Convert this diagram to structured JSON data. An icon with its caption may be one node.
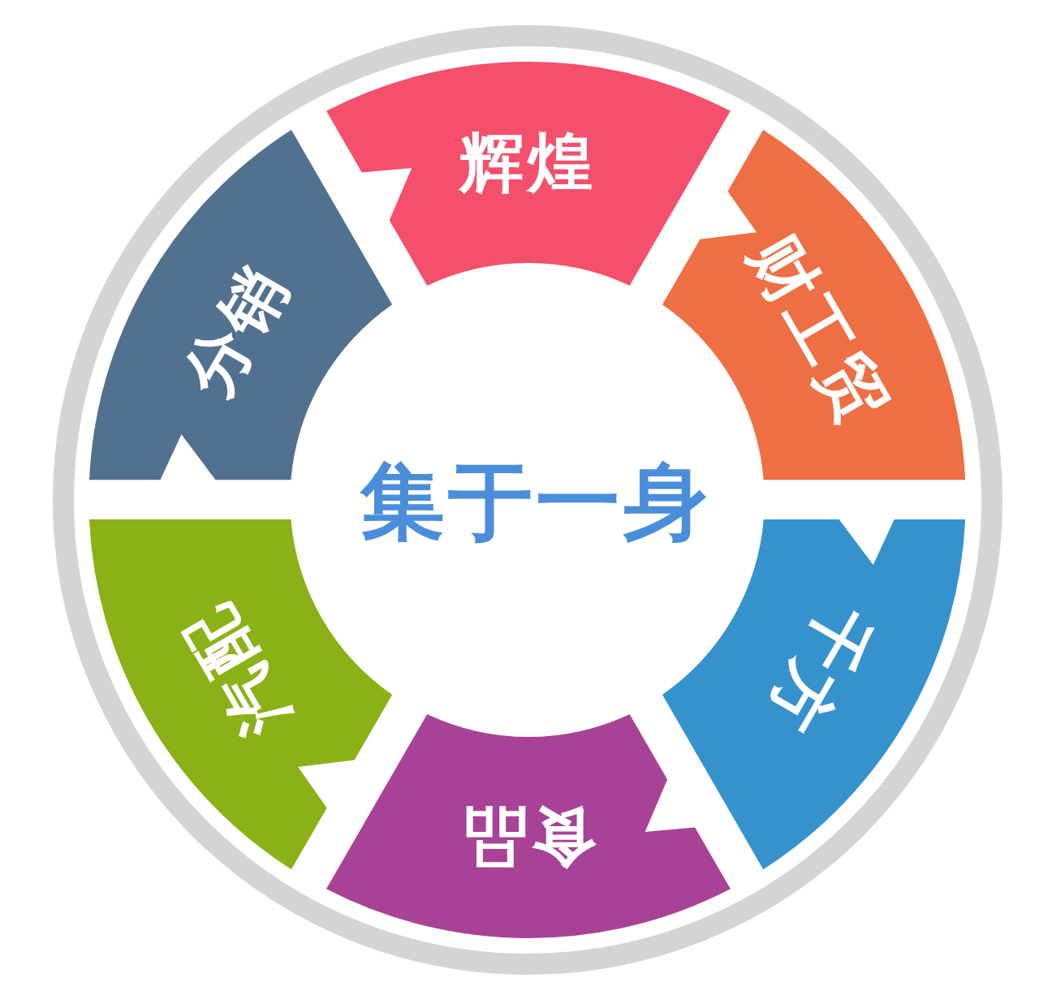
{
  "diagram": {
    "nodes": [
      {
        "text": [
          "辉煌"
        ]
      },
      {
        "text": [
          "财工贸"
        ]
      },
      {
        "text": [
          "千方"
        ]
      },
      {
        "text": [
          "食品"
        ]
      },
      {
        "text": [
          "汽配"
        ]
      },
      {
        "text": [
          "分销"
        ]
      }
    ],
    "labels": [
      "集于一身"
    ]
  }
}
